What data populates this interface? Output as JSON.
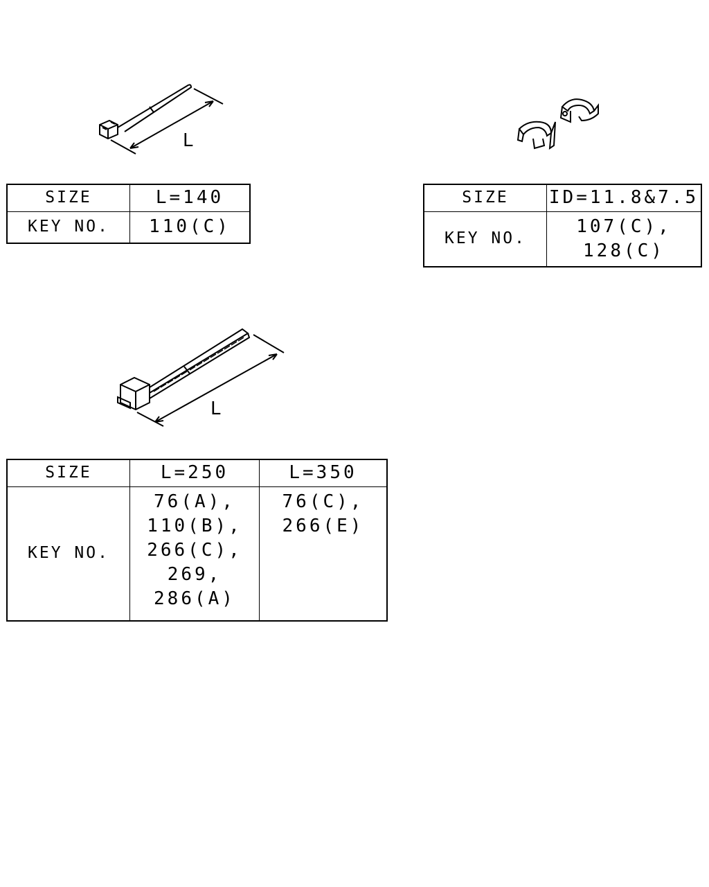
{
  "parts": [
    {
      "dimension_label": "L",
      "table": {
        "size_label": "SIZE",
        "key_label": "KEY NO.",
        "columns": [
          {
            "size": "L=140",
            "keys": [
              "110(C)"
            ]
          }
        ]
      }
    },
    {
      "dimension_label": "",
      "table": {
        "size_label": "SIZE",
        "key_label": "KEY NO.",
        "columns": [
          {
            "size": "ID=11.8&7.5",
            "keys": [
              "107(C),",
              "128(C)"
            ]
          }
        ]
      }
    },
    {
      "dimension_label": "L",
      "table": {
        "size_label": "SIZE",
        "key_label": "KEY NO.",
        "columns": [
          {
            "size": "L=250",
            "keys": [
              "76(A),",
              "110(B),",
              "266(C),",
              "269,",
              "286(A)"
            ]
          },
          {
            "size": "L=350",
            "keys": [
              "76(C),",
              "266(E)"
            ]
          }
        ]
      }
    }
  ]
}
